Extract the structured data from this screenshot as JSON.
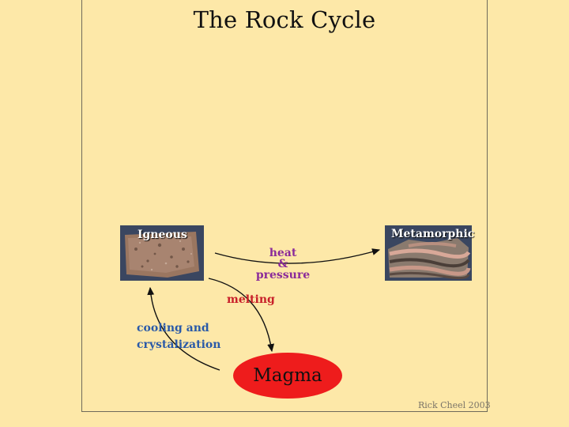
{
  "title": "The Rock Cycle",
  "rocks": {
    "igneous": "Igneous",
    "metamorphic": "Metamorphic",
    "magma": "Magma"
  },
  "processes": {
    "heat_line1": "heat",
    "heat_line2": "&",
    "heat_line3": "pressure",
    "melting": "melting",
    "cooling_line1": "cooling and",
    "cooling_line2": "crystalization"
  },
  "credit": "Rick Cheel 2003",
  "colors": {
    "background": "#fde8a8",
    "magma": "#ee1c1c",
    "heat_text": "#8a2a9a",
    "melting_text": "#c8202a",
    "cooling_text": "#2a5aa8"
  }
}
